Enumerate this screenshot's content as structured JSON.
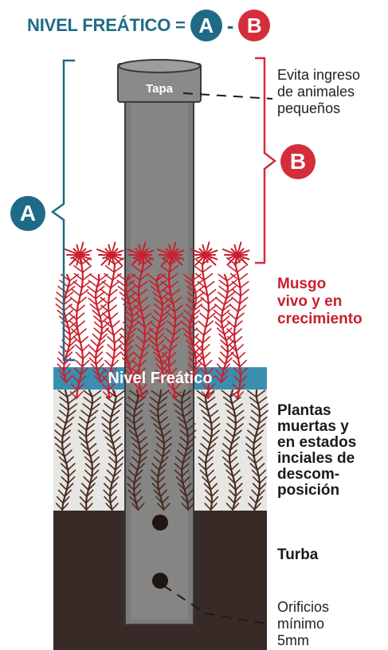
{
  "title": {
    "text": "NIVEL FREÁTICO =",
    "minus": "-"
  },
  "badges": {
    "a": "A",
    "b": "B"
  },
  "labels": {
    "tapa": "Tapa",
    "evita": [
      "Evita ingreso",
      "de animales",
      "pequeños"
    ],
    "nivel": "Nivel Freático",
    "musgo": [
      "Musgo",
      "vivo y en",
      "crecimiento"
    ],
    "plantas": [
      "Plantas",
      "muertas y",
      "en estados",
      "inciales de",
      "descom-",
      "posición"
    ],
    "turba": "Turba",
    "orificios": [
      "Orificios",
      "mínimo",
      "5mm"
    ]
  },
  "colors": {
    "teal": "#1f6a86",
    "red": "#d42d3b",
    "live_moss": "#c8202e",
    "dead_moss": "#4a2c24",
    "water_band": "#3a8fb0",
    "dead_layer_bg": "#e6e6e2",
    "peat": "#382a27",
    "tube": "#7a7a78"
  }
}
